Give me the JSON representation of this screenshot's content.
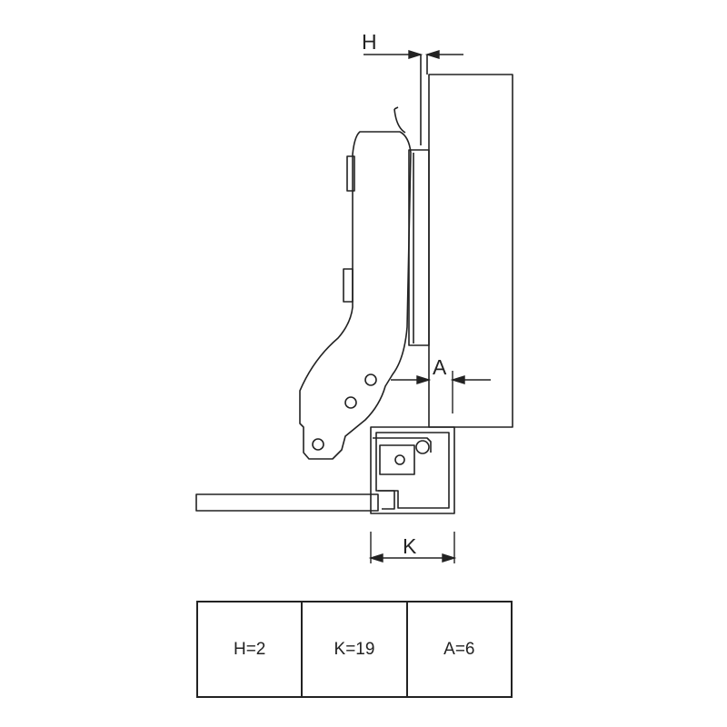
{
  "dimensions": {
    "h_label": "H",
    "a_label": "A",
    "k_label": "K"
  },
  "spec_table": [
    {
      "value": "H=2"
    },
    {
      "value": "K=19"
    },
    {
      "value": "A=6"
    }
  ]
}
